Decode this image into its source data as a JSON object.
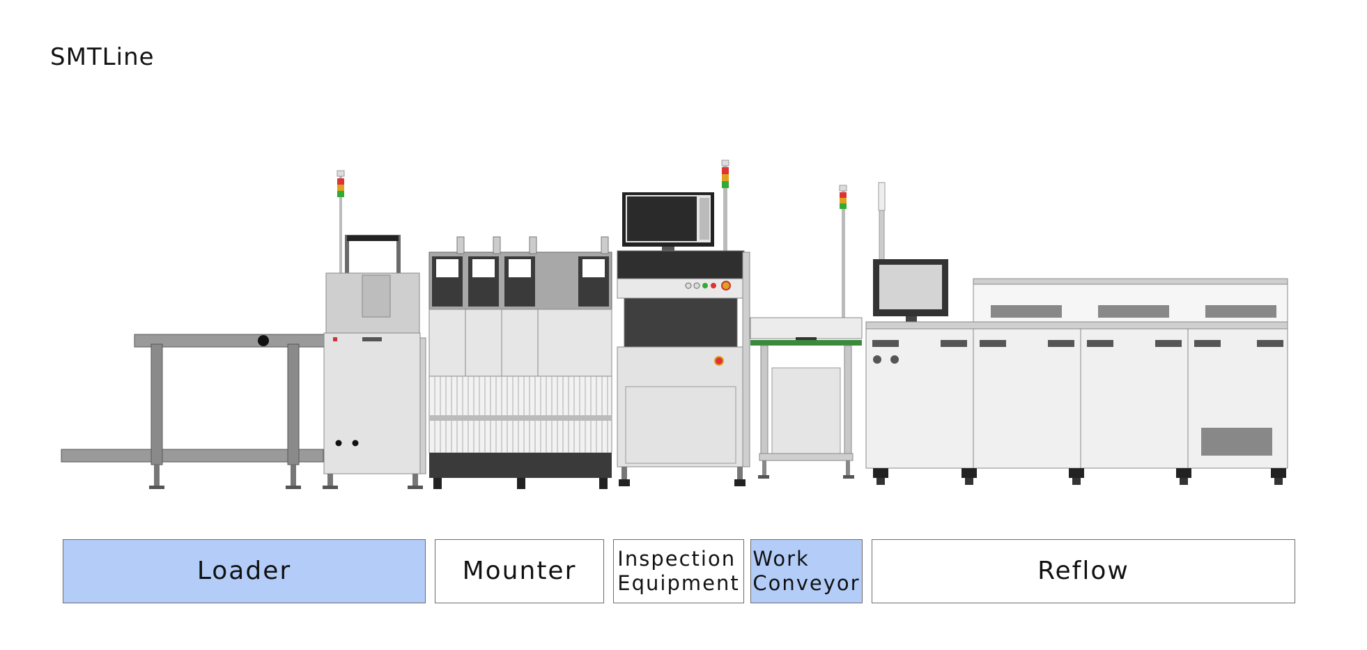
{
  "page": {
    "title": "SMTLine"
  },
  "colors": {
    "selected": "#b3cdf8",
    "border": "#6b6b6b",
    "machine_body": "#e4e4e4",
    "dark": "#3a3a3a"
  },
  "machines": [
    {
      "key": "loader",
      "label": "Loader",
      "selected": true
    },
    {
      "key": "mounter",
      "label": "Mounter",
      "selected": false
    },
    {
      "key": "inspection",
      "label_line1": "Inspection",
      "label_line2": "Equipment",
      "selected": false
    },
    {
      "key": "conveyor",
      "label_line1": "Work",
      "label_line2": "Conveyor",
      "selected": true
    },
    {
      "key": "reflow",
      "label": "Reflow",
      "selected": false
    }
  ]
}
